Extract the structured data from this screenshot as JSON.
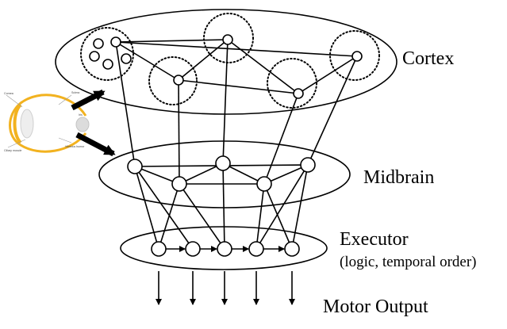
{
  "layers": {
    "cortex": "Cortex",
    "midbrain": "Midbrain",
    "executor": "Executor",
    "executor_note": "(logic, temporal order)",
    "motor_output": "Motor Output"
  },
  "eye_labels": [
    "Cornea",
    "Sclera",
    "Retina",
    "Ciliary muscle",
    "Vitreous humor",
    "Iris"
  ]
}
